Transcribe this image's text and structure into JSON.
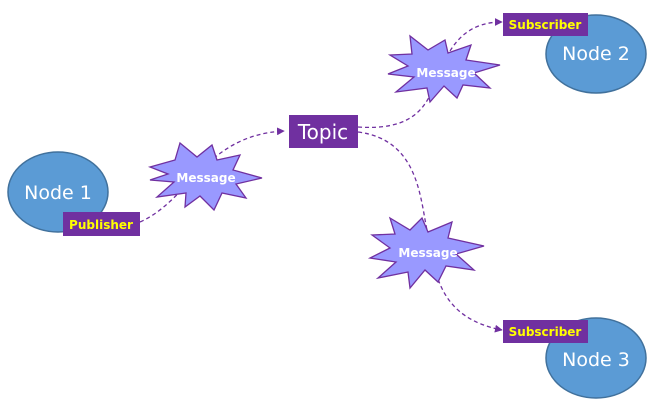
{
  "colors": {
    "node_fill": "#5b9bd5",
    "node_stroke": "#41719c",
    "label_fill": "#7030a0",
    "label_text": "#ffff00",
    "message_fill": "#9999ff",
    "message_stroke": "#7030a0",
    "edge": "#7030a0"
  },
  "nodes": [
    {
      "label": "Node 1"
    },
    {
      "label": "Node 2"
    },
    {
      "label": "Node 3"
    }
  ],
  "topic": {
    "label": "Topic"
  },
  "tags": {
    "publisher": "Publisher",
    "subscriber_1": "Subscriber",
    "subscriber_2": "Subscriber"
  },
  "messages": [
    {
      "label": "Message"
    },
    {
      "label": "Message"
    },
    {
      "label": "Message"
    }
  ],
  "edges": [
    {
      "from": "Publisher",
      "to": "Topic"
    },
    {
      "from": "Topic",
      "to": "Subscriber"
    },
    {
      "from": "Topic",
      "to": "Subscriber"
    }
  ]
}
